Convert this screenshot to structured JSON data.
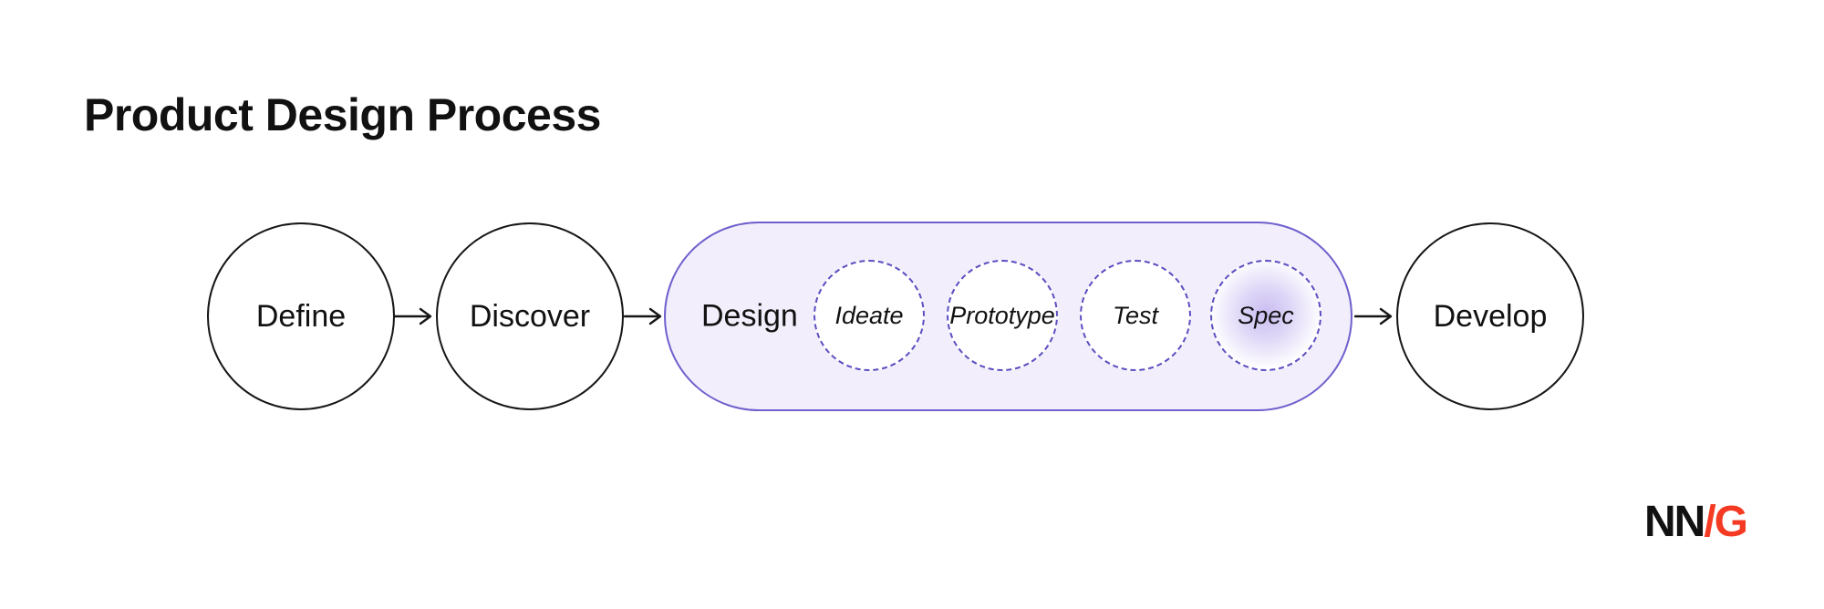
{
  "title": "Product Design Process",
  "flow": {
    "stages": [
      {
        "label": "Define",
        "type": "circle"
      },
      {
        "label": "Discover",
        "type": "circle"
      },
      {
        "label": "Design",
        "type": "pill",
        "substages": [
          "Ideate",
          "Prototype",
          "Test",
          "Spec"
        ],
        "highlighted_substage": "Spec"
      },
      {
        "label": "Develop",
        "type": "circle"
      }
    ]
  },
  "logo": {
    "black": "NN",
    "red": "/G"
  },
  "colors": {
    "ink": "#111111",
    "accent": "#6e60cd",
    "pill-fill": "#f2eefb",
    "dash": "#5b4fc0",
    "glow": "#c9bdf0",
    "logo-red": "#f43a23"
  }
}
